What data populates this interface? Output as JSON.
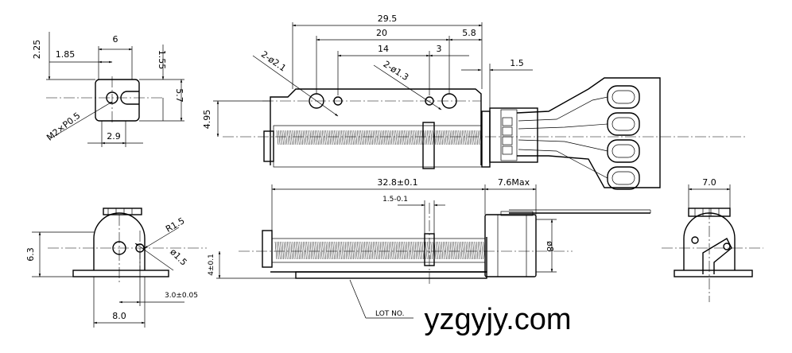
{
  "dimensions": {
    "top_left_width": "6",
    "top_left_offset": "1.85",
    "top_left_height_a": "2.25",
    "top_left_height_b": "1.55",
    "top_left_height_c": "5.7",
    "top_left_thread": "M2×P0.5",
    "top_left_slot": "2.9",
    "top_overall": "29.5",
    "top_hole_span": "20",
    "top_hole_pitch": "14",
    "top_end_offset": "5.8",
    "top_small_offset": "3",
    "top_tab_gap": "1.5",
    "top_hole_large": "2-ø2.1",
    "top_hole_small": "2-ø1.3",
    "top_height": "4.95",
    "front_length": "32.8±0.1",
    "front_motor_length": "7.6Max",
    "front_travel": "1.5-0.1",
    "front_motor_dia": "ø8",
    "front_shaft_height": "4±0.1",
    "left_radius": "R1.5",
    "left_hole_dia": "ø1.5",
    "left_height": "6.3",
    "left_width": "8.0",
    "left_offset": "3.0±0.05",
    "right_width": "7.0",
    "lot_label": "LOT NO."
  },
  "watermark": "yzgyjy.com"
}
